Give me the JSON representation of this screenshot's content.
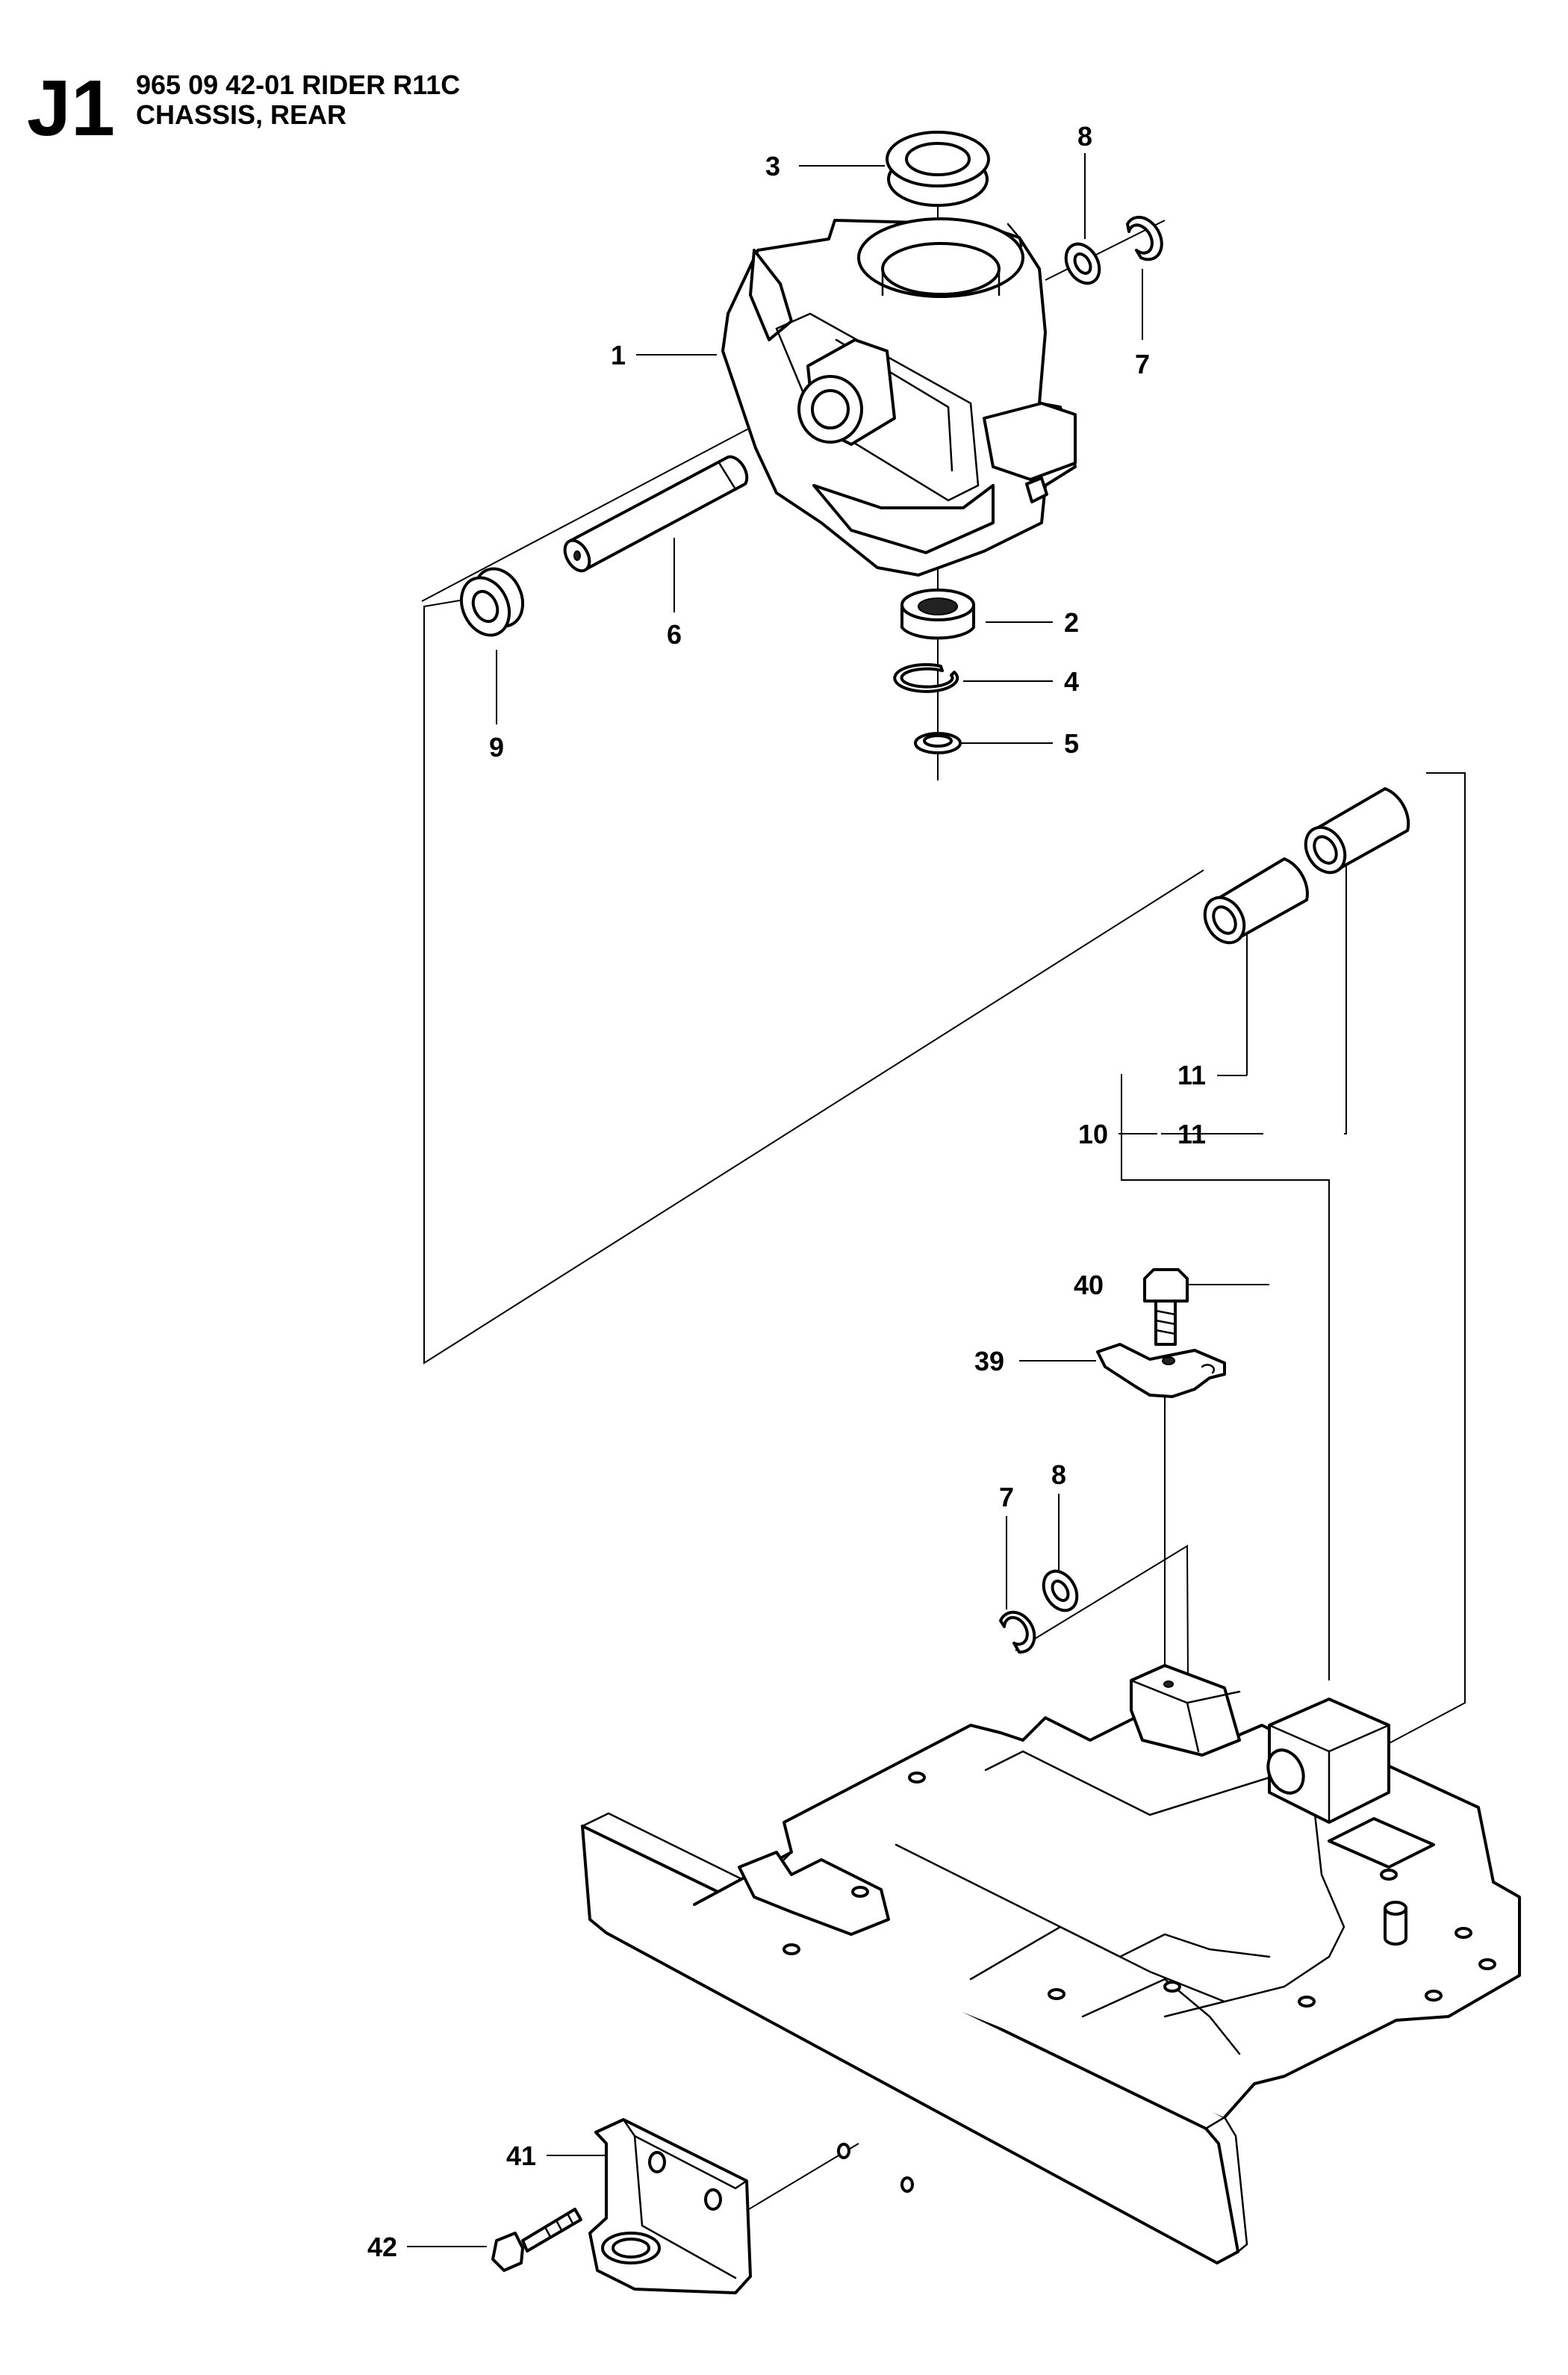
{
  "header": {
    "section_code": "J1",
    "model_line": "965 09 42-01 RIDER R11C",
    "section_title": "CHASSIS, REAR"
  },
  "callouts": {
    "c1": "1",
    "c2": "2",
    "c3": "3",
    "c4": "4",
    "c5": "5",
    "c6": "6",
    "c7a": "7",
    "c8a": "8",
    "c9": "9",
    "c10": "10",
    "c11a": "11",
    "c11b": "11",
    "c39": "39",
    "c40": "40",
    "c7b": "7",
    "c8b": "8",
    "c41": "41",
    "c42": "42"
  }
}
